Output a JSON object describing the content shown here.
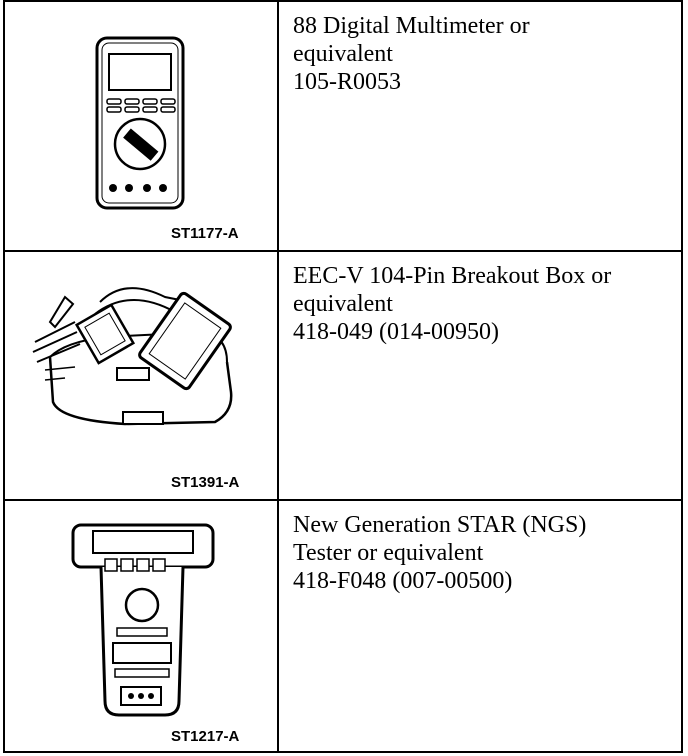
{
  "rows": [
    {
      "code": "ST1177-A",
      "lines": [
        "88 Digital Multimeter or",
        "equivalent",
        "105-R0053"
      ],
      "icon": "digital-multimeter-icon"
    },
    {
      "code": "ST1391-A",
      "lines": [
        "EEC-V 104-Pin Breakout Box or",
        "equivalent",
        "418-049 (014-00950)"
      ],
      "icon": "breakout-box-icon"
    },
    {
      "code": "ST1217-A",
      "lines": [
        "New Generation STAR (NGS)",
        "Tester or equivalent",
        "418-F048 (007-00500)"
      ],
      "icon": "ngs-tester-icon"
    }
  ]
}
